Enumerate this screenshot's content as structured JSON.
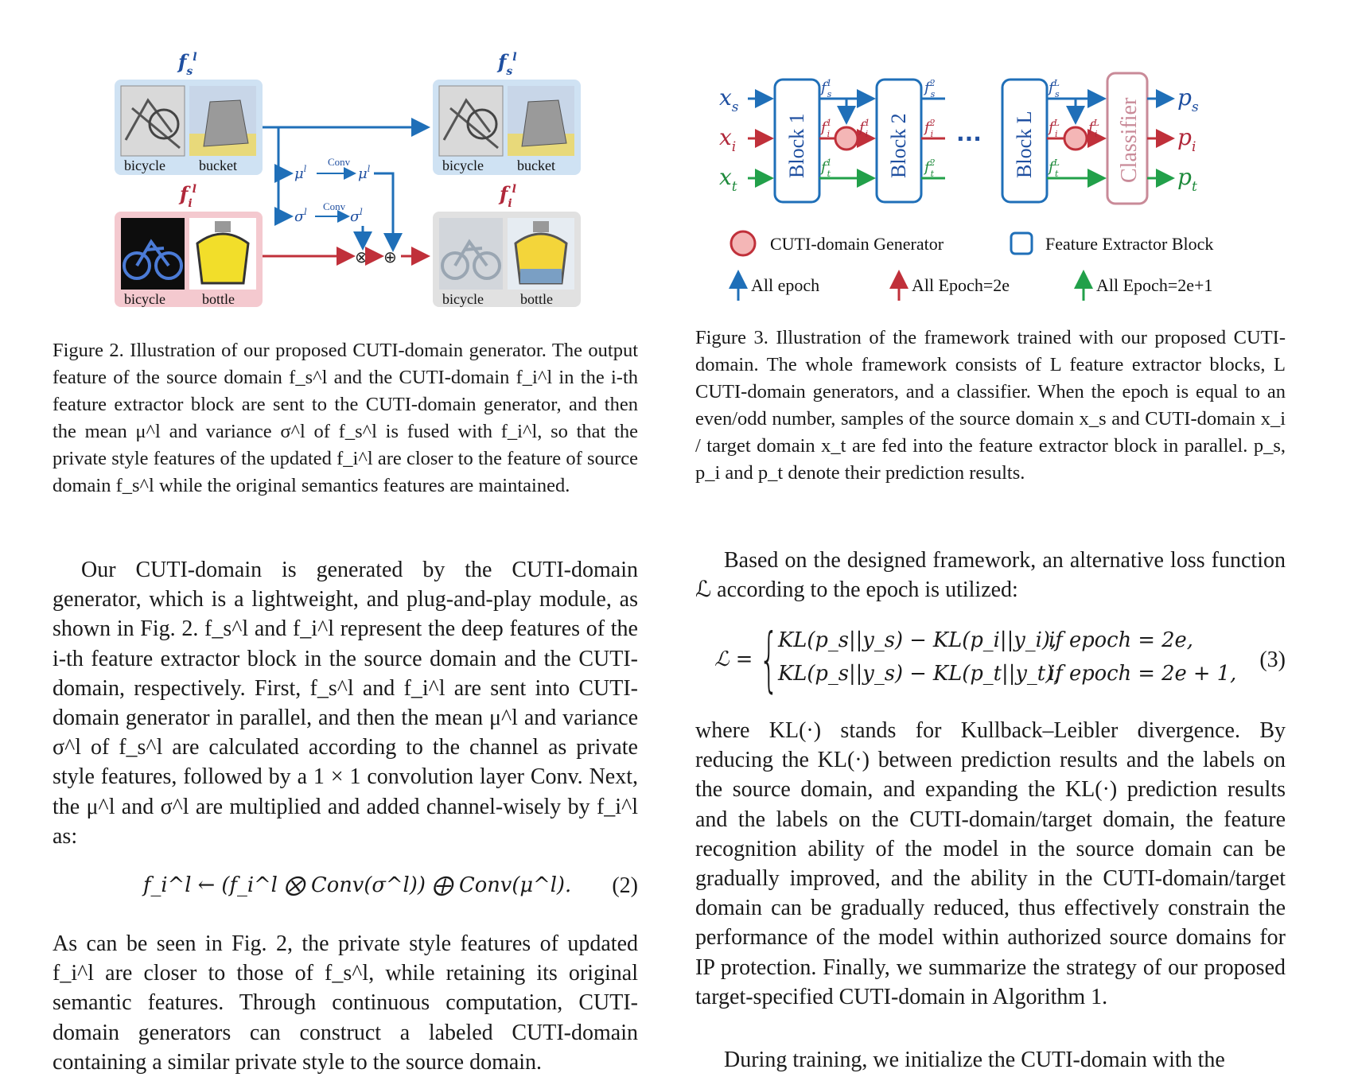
{
  "figure2": {
    "top_left_label": "f_s^l",
    "top_right_label": "f_s^l",
    "mid_left_label": "f_i^l",
    "mid_right_label": "f_i^l",
    "img_labels_tl": [
      "bicycle",
      "bucket"
    ],
    "img_labels_tr": [
      "bicycle",
      "bucket"
    ],
    "img_labels_bl": [
      "bicycle",
      "bottle"
    ],
    "img_labels_br": [
      "bicycle",
      "bottle"
    ],
    "conv_label_1": "Conv",
    "conv_label_2": "Conv",
    "mu": "μ",
    "sigma": "σ",
    "superscript": "l",
    "otimes": "⊗",
    "oplus": "⊕"
  },
  "figure3": {
    "inputs": [
      "x",
      "x",
      "x"
    ],
    "input_subs": [
      "s",
      "i",
      "t"
    ],
    "outputs": [
      "p",
      "p",
      "p"
    ],
    "output_subs": [
      "s",
      "i",
      "t"
    ],
    "block1": "Block 1",
    "block2": "Block 2",
    "blockL": "Block L",
    "classifier": "Classifier",
    "ellipsis": "···",
    "f": "f",
    "sup1": "1",
    "sup2": "2",
    "supL": "L",
    "sub_s": "s",
    "sub_i": "i",
    "sub_t": "t",
    "legend_generator": "CUTI-domain Generator",
    "legend_block": "Feature Extractor Block",
    "legend_all_epoch": "All epoch",
    "legend_epoch_2e": "All Epoch=2e",
    "legend_epoch_2e1": "All Epoch=2e+1",
    "colors": {
      "blue": "#1f6fb8",
      "red": "#c0303a",
      "green": "#22a04a",
      "pink": "#c98a98"
    }
  },
  "captions": {
    "fig2": "Figure 2. Illustration of our proposed CUTI-domain generator. The output feature of the source domain f_s^l and the CUTI-domain f_i^l in the i-th feature extractor block are sent to the CUTI-domain generator, and then the mean μ^l and variance σ^l of f_s^l is fused with f_i^l, so that the private style features of the updated f_i^l are closer to the feature of source domain f_s^l while the original semantics features are maintained.",
    "fig3": "Figure 3. Illustration of the framework trained with our proposed CUTI-domain. The whole framework consists of L feature extractor blocks, L CUTI-domain generators, and a classifier. When the epoch is equal to an even/odd number, samples of the source domain x_s and CUTI-domain x_i / target domain x_t are fed into the feature extractor block in parallel. p_s, p_i and p_t denote their prediction results."
  },
  "text": {
    "p1": "Our CUTI-domain is generated by the CUTI-domain generator, which is a lightweight, and plug-and-play module, as shown in Fig. 2. f_s^l and f_i^l represent the deep features of the i-th feature extractor block in the source domain and the CUTI-domain, respectively. First, f_s^l and f_i^l are sent into CUTI-domain generator in parallel, and then the mean μ^l and variance σ^l of f_s^l are calculated according to the channel as private style features, followed by a 1 × 1 convolution layer Conv. Next, the μ^l and σ^l are multiplied and added channel-wisely by f_i^l as:",
    "eq2": "f_i^l ← (f_i^l ⨂ Conv(σ^l)) ⨁ Conv(μ^l).",
    "eq2_num": "(2)",
    "p2": "As can be seen in Fig. 2, the private style features of updated f_i^l are closer to those of f_s^l, while retaining its original semantic features. Through continuous computation, CUTI-domain generators can construct a labeled CUTI-domain containing a similar private style to the source domain.",
    "p3": "Based on the designed framework, an alternative loss function ℒ according to the epoch is utilized:",
    "eq3_lhs": "ℒ =",
    "eq3_row1": "KL(p_s||y_s) − KL(p_i||y_i),",
    "eq3_cond1": "if epoch = 2e,",
    "eq3_row2": "KL(p_s||y_s) − KL(p_t||y_t),",
    "eq3_cond2": "if epoch = 2e + 1,",
    "eq3_num": "(3)",
    "p4": "where KL(·) stands for Kullback–Leibler divergence. By reducing the KL(·) between prediction results and the labels on the source domain, and expanding the KL(·) prediction results and the labels on the CUTI-domain/target domain, the feature recognition ability of the model in the source domain can be gradually improved, and the ability in the CUTI-domain/target domain can be gradually reduced, thus effectively constrain the performance of the model within authorized source domains for IP protection. Finally, we summarize the strategy of our proposed target-specified CUTI-domain in Algorithm 1.",
    "p5": "During training, we initialize the CUTI-domain with the"
  }
}
